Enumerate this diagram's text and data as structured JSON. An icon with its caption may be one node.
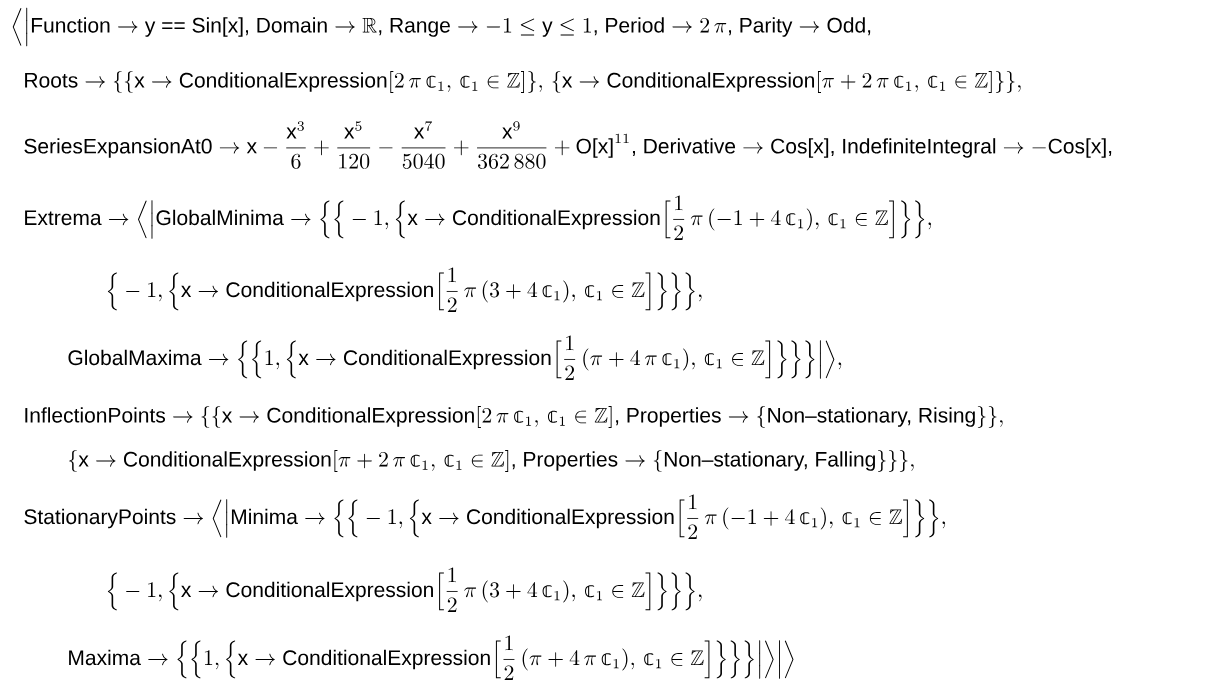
{
  "diagram": {
    "labels": [
      "\\Big\\langle\\Big|\\text{Function}\\rightarrow\\text{y == Sin[x], Domain}\\rightarrow\\mathbb{R}\\text{, Range}\\rightarrow -1\\leq\\text{y}\\leq 1\\text{, Period}\\rightarrow 2\\,\\pi\\text{, Parity}\\rightarrow\\text{Odd,}",
      "\\text{Roots}\\rightarrow\\{\\{\\text{x}\\rightarrow\\text{ConditionalExpression}[2\\,\\pi\\,𝕔_1,\\,𝕔_1\\in\\mathbb{Z}]\\},\\,\\{\\text{x}\\rightarrow\\text{ConditionalExpression}[\\pi+2\\,\\pi\\,𝕔_1,\\,𝕔_1\\in\\mathbb{Z}]\\}\\},",
      "\\text{SeriesExpansionAt0}\\rightarrow\\text{x}-\\frac{\\text{x}^3}{6}+\\frac{\\text{x}^5}{120}-\\frac{\\text{x}^7}{5040}+\\frac{\\text{x}^9}{362\\,880}+\\text{O[x]}^{11}\\text{, Derivative}\\rightarrow\\text{Cos[x], IndefiniteIntegral}\\rightarrow-\\text{Cos[x],}",
      "\\text{Extrema}\\rightarrow\\Big\\langle\\Big|\\text{GlobalMinima}\\rightarrow\\Big\\{\\Big\\{-1,\\Big\\{\\text{x}\\rightarrow\\text{ConditionalExpression}\\Big[\\frac{1}{2}\\,\\pi\\,(-1+4\\,𝕔_1),\\,𝕔_1\\in\\mathbb{Z}\\Big]\\Big\\}\\Big\\},",
      "\\Big\\{-1,\\Big\\{\\text{x}\\rightarrow\\text{ConditionalExpression}\\Big[\\frac{1}{2}\\,\\pi\\,(3+4\\,𝕔_1),\\,𝕔_1\\in\\mathbb{Z}\\Big]\\Big\\}\\Big\\}\\Big\\},",
      "\\text{GlobalMaxima}\\rightarrow\\Big\\{\\Big\\{1,\\Big\\{\\text{x}\\rightarrow\\text{ConditionalExpression}\\Big[\\frac{1}{2}\\,(\\pi+4\\,\\pi\\,𝕔_1),\\,𝕔_1\\in\\mathbb{Z}\\Big]\\Big\\}\\Big\\}\\Big\\}\\Big|\\Big\\rangle,",
      "\\text{InflectionPoints}\\rightarrow\\{\\{\\text{x}\\rightarrow\\text{ConditionalExpression}[2\\,\\pi\\,𝕔_1,\\,𝕔_1\\in\\mathbb{Z}]\\text{, Properties}\\rightarrow\\{\\text{Non–stationary, Rising}\\}\\},",
      "\\{\\text{x}\\rightarrow\\text{ConditionalExpression}[\\pi+2\\,\\pi\\,𝕔_1,\\,𝕔_1\\in\\mathbb{Z}]\\text{, Properties}\\rightarrow\\{\\text{Non–stationary, Falling}\\}\\}\\},",
      "\\text{StationaryPoints}\\rightarrow\\Big\\langle\\Big|\\text{Minima}\\rightarrow\\Big\\{\\Big\\{-1,\\Big\\{\\text{x}\\rightarrow\\text{ConditionalExpression}\\Big[\\frac{1}{2}\\,\\pi\\,(-1+4\\,𝕔_1),\\,𝕔_1\\in\\mathbb{Z}\\Big]\\Big\\}\\Big\\},",
      "\\Big\\{-1,\\Big\\{\\text{x}\\rightarrow\\text{ConditionalExpression}\\Big[\\frac{1}{2}\\,\\pi\\,(3+4\\,𝕔_1),\\,𝕔_1\\in\\mathbb{Z}\\Big]\\Big\\}\\Big\\}\\Big\\},",
      "\\text{Maxima}\\rightarrow\\Big\\{\\Big\\{1,\\Big\\{\\text{x}\\rightarrow\\text{ConditionalExpression}\\Big[\\frac{1}{2}\\,(\\pi+4\\,\\pi\\,𝕔_1),\\,𝕔_1\\in\\mathbb{Z}\\Big]\\Big\\}\\Big\\}\\Big\\}\\Big|\\Big\\rangle\\Big|\\Big\\rangle"
    ]
  }
}
